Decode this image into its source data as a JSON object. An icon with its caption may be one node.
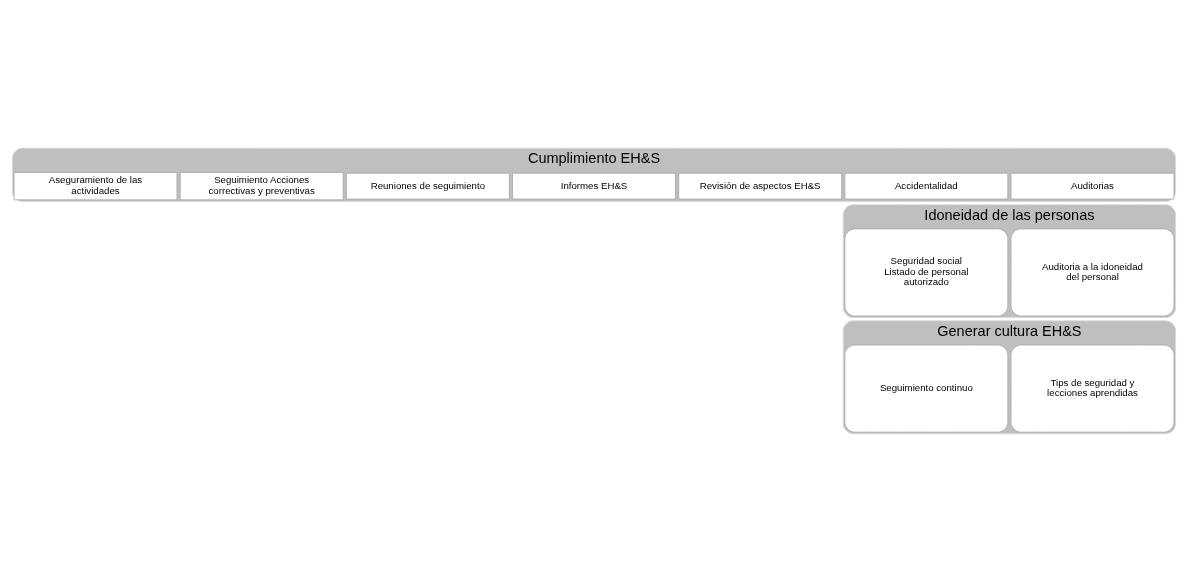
{
  "diagram": {
    "nodes": [
      {
        "text": [
          "Cumplimiento EH&S"
        ]
      },
      {
        "text": [
          "Reuniones de seguimiento"
        ],
        "in": 0
      },
      {
        "text": [
          "Informes EH&S"
        ],
        "in": 0
      },
      {
        "text": [
          "Aseguramiento de las actividades"
        ],
        "in": 0
      },
      {
        "text": [
          "Revisión de aspectos EH&S"
        ],
        "in": 0
      },
      {
        "text": [
          "Seguimiento Acciones correctivas y preventivas"
        ],
        "in": 0
      },
      {
        "text": [
          "Accidentalidad"
        ],
        "in": 0
      },
      {
        "text": [
          "Auditorias"
        ],
        "in": 0
      },
      {
        "text": [
          "Idoneidad de las personas"
        ]
      },
      {
        "text": [
          "Seguridad social",
          "Listado de personal autorizado"
        ],
        "in": 8
      },
      {
        "text": [
          "Auditoria a la idoneidad del personal"
        ],
        "in": 8
      },
      {
        "text": [
          "Generar cultura EH&S"
        ]
      },
      {
        "text": [
          "Seguimiento continuo"
        ],
        "in": 11
      },
      {
        "text": [
          "Tips de seguridad y lecciones aprendidas"
        ],
        "in": 11
      }
    ],
    "edges": []
  }
}
